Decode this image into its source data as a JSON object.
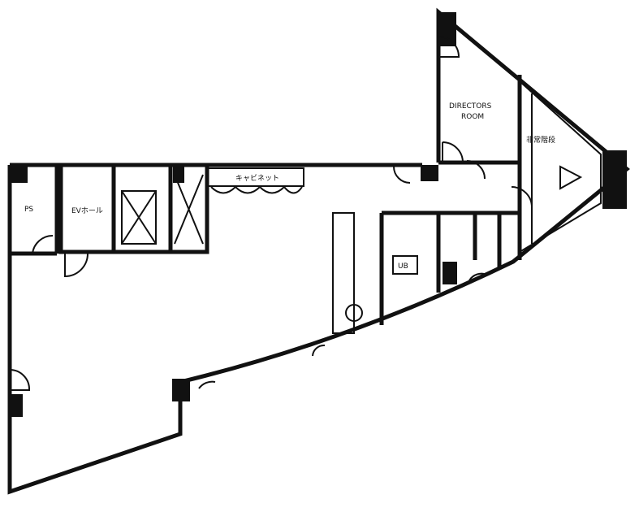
{
  "plan": {
    "labels": {
      "directors_room_line1": "DIRECTORS",
      "directors_room_line2": "ROOM",
      "cabinet": "キャビネット",
      "ev_hall": "EVホール",
      "pipe_space": "PS",
      "unit_bath": "UB",
      "stair": "非常階段"
    },
    "colors": {
      "wall": "#111111",
      "background": "#ffffff"
    }
  }
}
